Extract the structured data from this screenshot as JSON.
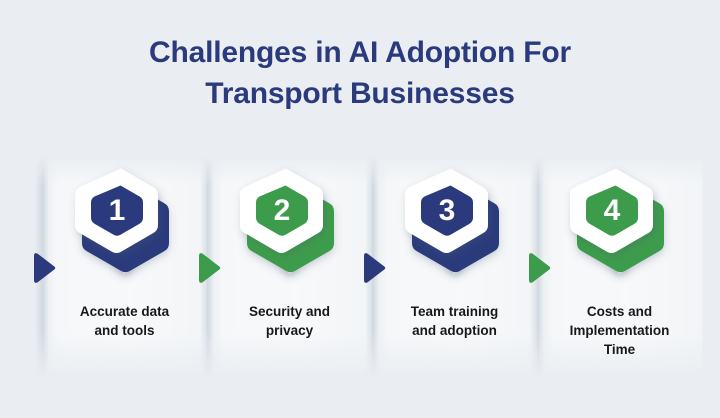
{
  "title": {
    "lines": [
      "Challenges in AI Adoption For",
      "Transport Businesses"
    ],
    "color": "#2a3a7c"
  },
  "theme": {
    "background": "#eaeef2",
    "navy": "#2a3a7c",
    "navy_dark": "#243468",
    "green": "#3c9c4c",
    "green_dark": "#33893f",
    "white": "#ffffff",
    "caption_color": "#17181c"
  },
  "steps": [
    {
      "number": "1",
      "color": "navy",
      "arrow_color": "navy",
      "caption_lines": [
        "Accurate data",
        "and tools"
      ]
    },
    {
      "number": "2",
      "color": "green",
      "arrow_color": "green",
      "caption_lines": [
        "Security and",
        "privacy"
      ]
    },
    {
      "number": "3",
      "color": "navy",
      "arrow_color": "navy",
      "caption_lines": [
        "Team training",
        "and adoption"
      ]
    },
    {
      "number": "4",
      "color": "green",
      "arrow_color": "green",
      "caption_lines": [
        "Costs and",
        "Implementation",
        "Time"
      ]
    }
  ]
}
